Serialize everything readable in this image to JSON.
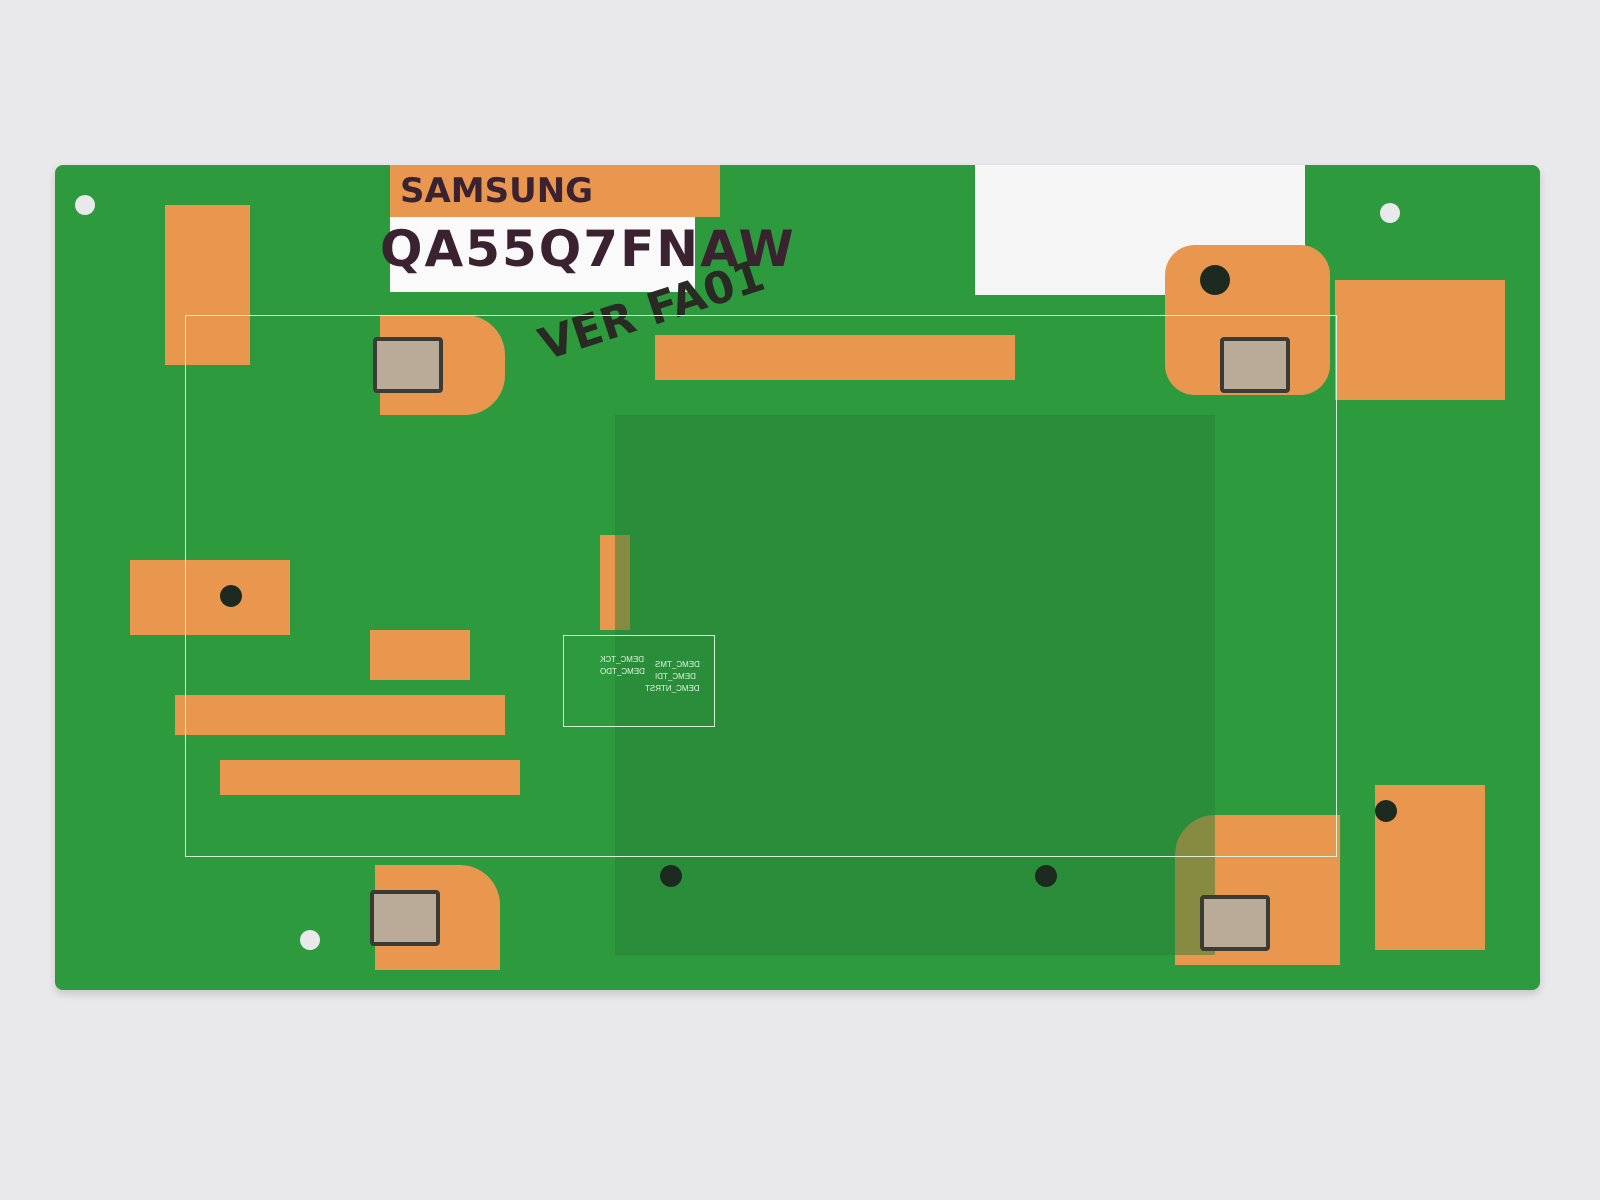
{
  "photo": {
    "subject": "TV T-CON circuit board",
    "handwritten": {
      "brand": "SAMSUNG",
      "model": "QA55Q7FNAW",
      "version": "VER FA01"
    },
    "silkscreen_labels": [
      "DEMC_TCK",
      "DEMC_TDO",
      "DEMC_TMS",
      "DEMC_TDI",
      "DEMC_NTRST"
    ],
    "colors": {
      "background": "#e9e8ea",
      "board": "#2e9a3e",
      "trace": "#267f34",
      "copper_pad": "#e9974f",
      "label": "#fafafa"
    }
  }
}
